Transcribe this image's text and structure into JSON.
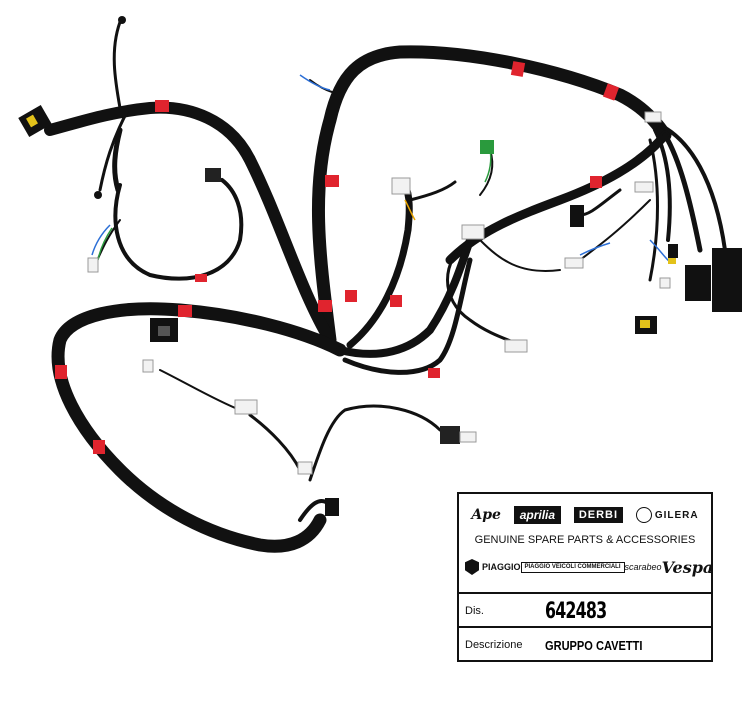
{
  "image": {
    "subject": "wiring-harness",
    "wire_color": "#111111",
    "tape_color": "#e0242e",
    "background": "#ffffff"
  },
  "label": {
    "brands_row1": [
      "Ape",
      "aprilia",
      "DERBI",
      "GILERA"
    ],
    "tagline": "GENUINE SPARE PARTS & ACCESSORIES",
    "brands_row2": [
      "PIAGGIO",
      "PIAGGIO VEICOLI COMMERCIALI",
      "scarabeo",
      "Vespa"
    ],
    "dis_label": "Dis.",
    "dis_value": "642483",
    "desc_label": "Descrizione",
    "desc_value": "GRUPPO CAVETTI"
  }
}
